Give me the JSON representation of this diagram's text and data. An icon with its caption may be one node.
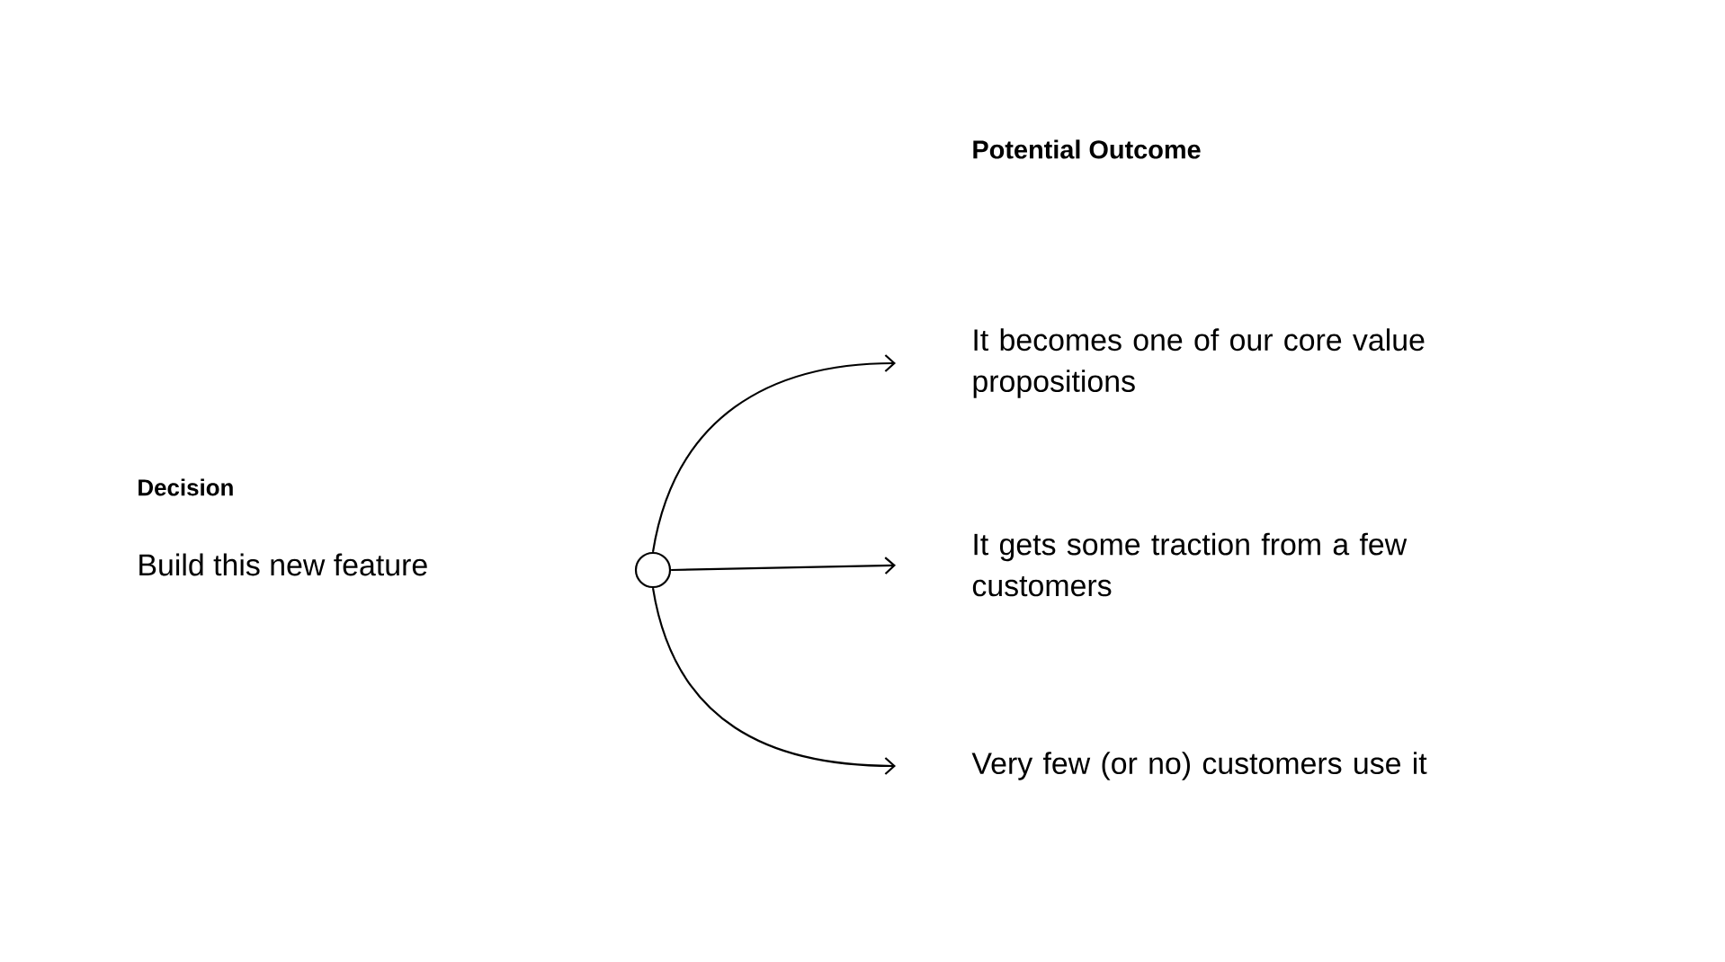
{
  "diagram": {
    "nodes": [
      {
        "text": [],
        "shape": "circle"
      },
      {
        "text": [
          "It becomes one of our core value propositions"
        ]
      },
      {
        "text": [
          "It gets some traction from a few customers"
        ]
      },
      {
        "text": [
          "Very few (or no) customers use it"
        ]
      }
    ],
    "edges": [
      {
        "from": 0,
        "to": 1,
        "arrow": "to"
      },
      {
        "from": 0,
        "to": 2,
        "arrow": "to"
      },
      {
        "from": 0,
        "to": 3,
        "arrow": "to"
      }
    ],
    "labels": [
      "Potential Outcome",
      "Decision",
      "Build this new feature"
    ]
  }
}
